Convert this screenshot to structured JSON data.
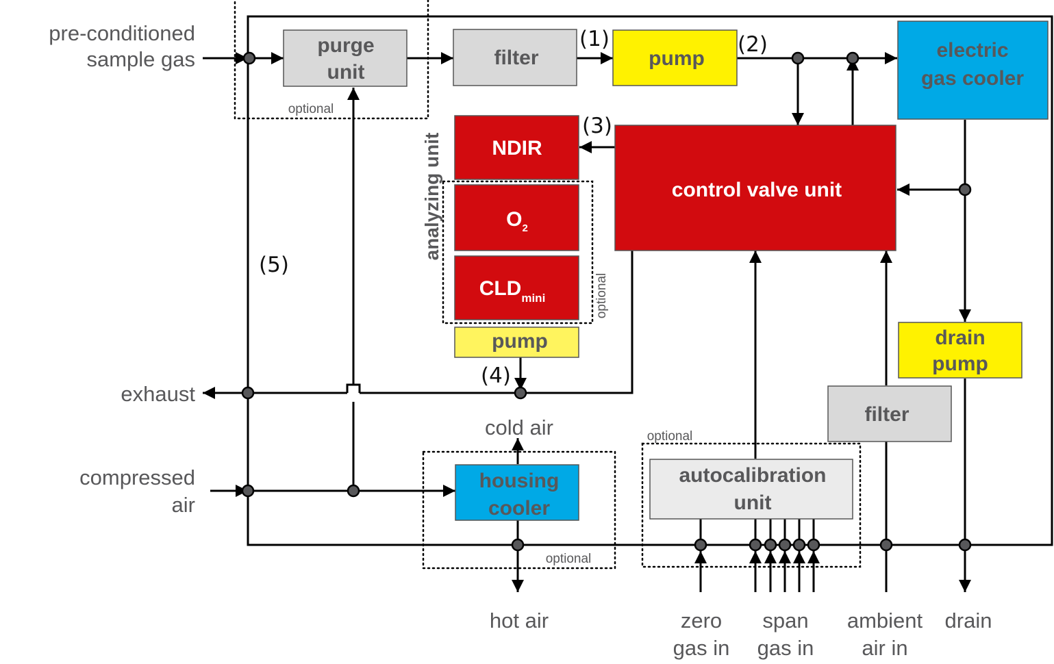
{
  "colors": {
    "grey_box": "#d9d9d9",
    "light_grey_box": "#ebebeb",
    "yellow_box": "#fff200",
    "light_yellow_box": "#fff45e",
    "blue_box": "#00a9e6",
    "red_box": "#d20b0f",
    "label_grey": "#58585a"
  },
  "boxes": {
    "purge_line1": "purge",
    "purge_line2": "unit",
    "filter_top": "filter",
    "pump_top": "pump",
    "gas_cooler_line1": "electric",
    "gas_cooler_line2": "gas cooler",
    "ndir": "NDIR",
    "o2_main": "O",
    "o2_sub": "2",
    "cld_main": "CLD",
    "cld_sub": "mini",
    "pump_small": "pump",
    "control_valve": "control valve unit",
    "drain_pump_line1": "drain",
    "drain_pump_line2": "pump",
    "filter_right": "filter",
    "housing_cooler_line1": "housing",
    "housing_cooler_line2": "cooler",
    "autocal_line1": "autocalibration",
    "autocal_line2": "unit"
  },
  "labels": {
    "sample_gas_line1": "pre-conditioned",
    "sample_gas_line2": "sample gas",
    "exhaust": "exhaust",
    "compressed_air_line1": "compressed",
    "compressed_air_line2": "air",
    "cold_air": "cold air",
    "hot_air": "hot air",
    "zero_gas_line1": "zero",
    "zero_gas_line2": "gas in",
    "span_gas_line1": "span",
    "span_gas_line2": "gas in",
    "ambient_air_line1": "ambient",
    "ambient_air_line2": "air in",
    "drain": "drain",
    "analyzing_unit": "analyzing unit"
  },
  "optional_labels": {
    "purge": "optional",
    "analyzer": "optional",
    "housing": "optional",
    "autocal": "optional"
  },
  "markers": {
    "m1": "(1)",
    "m2": "(2)",
    "m3": "(3)",
    "m4": "(4)",
    "m5": "(5)"
  }
}
